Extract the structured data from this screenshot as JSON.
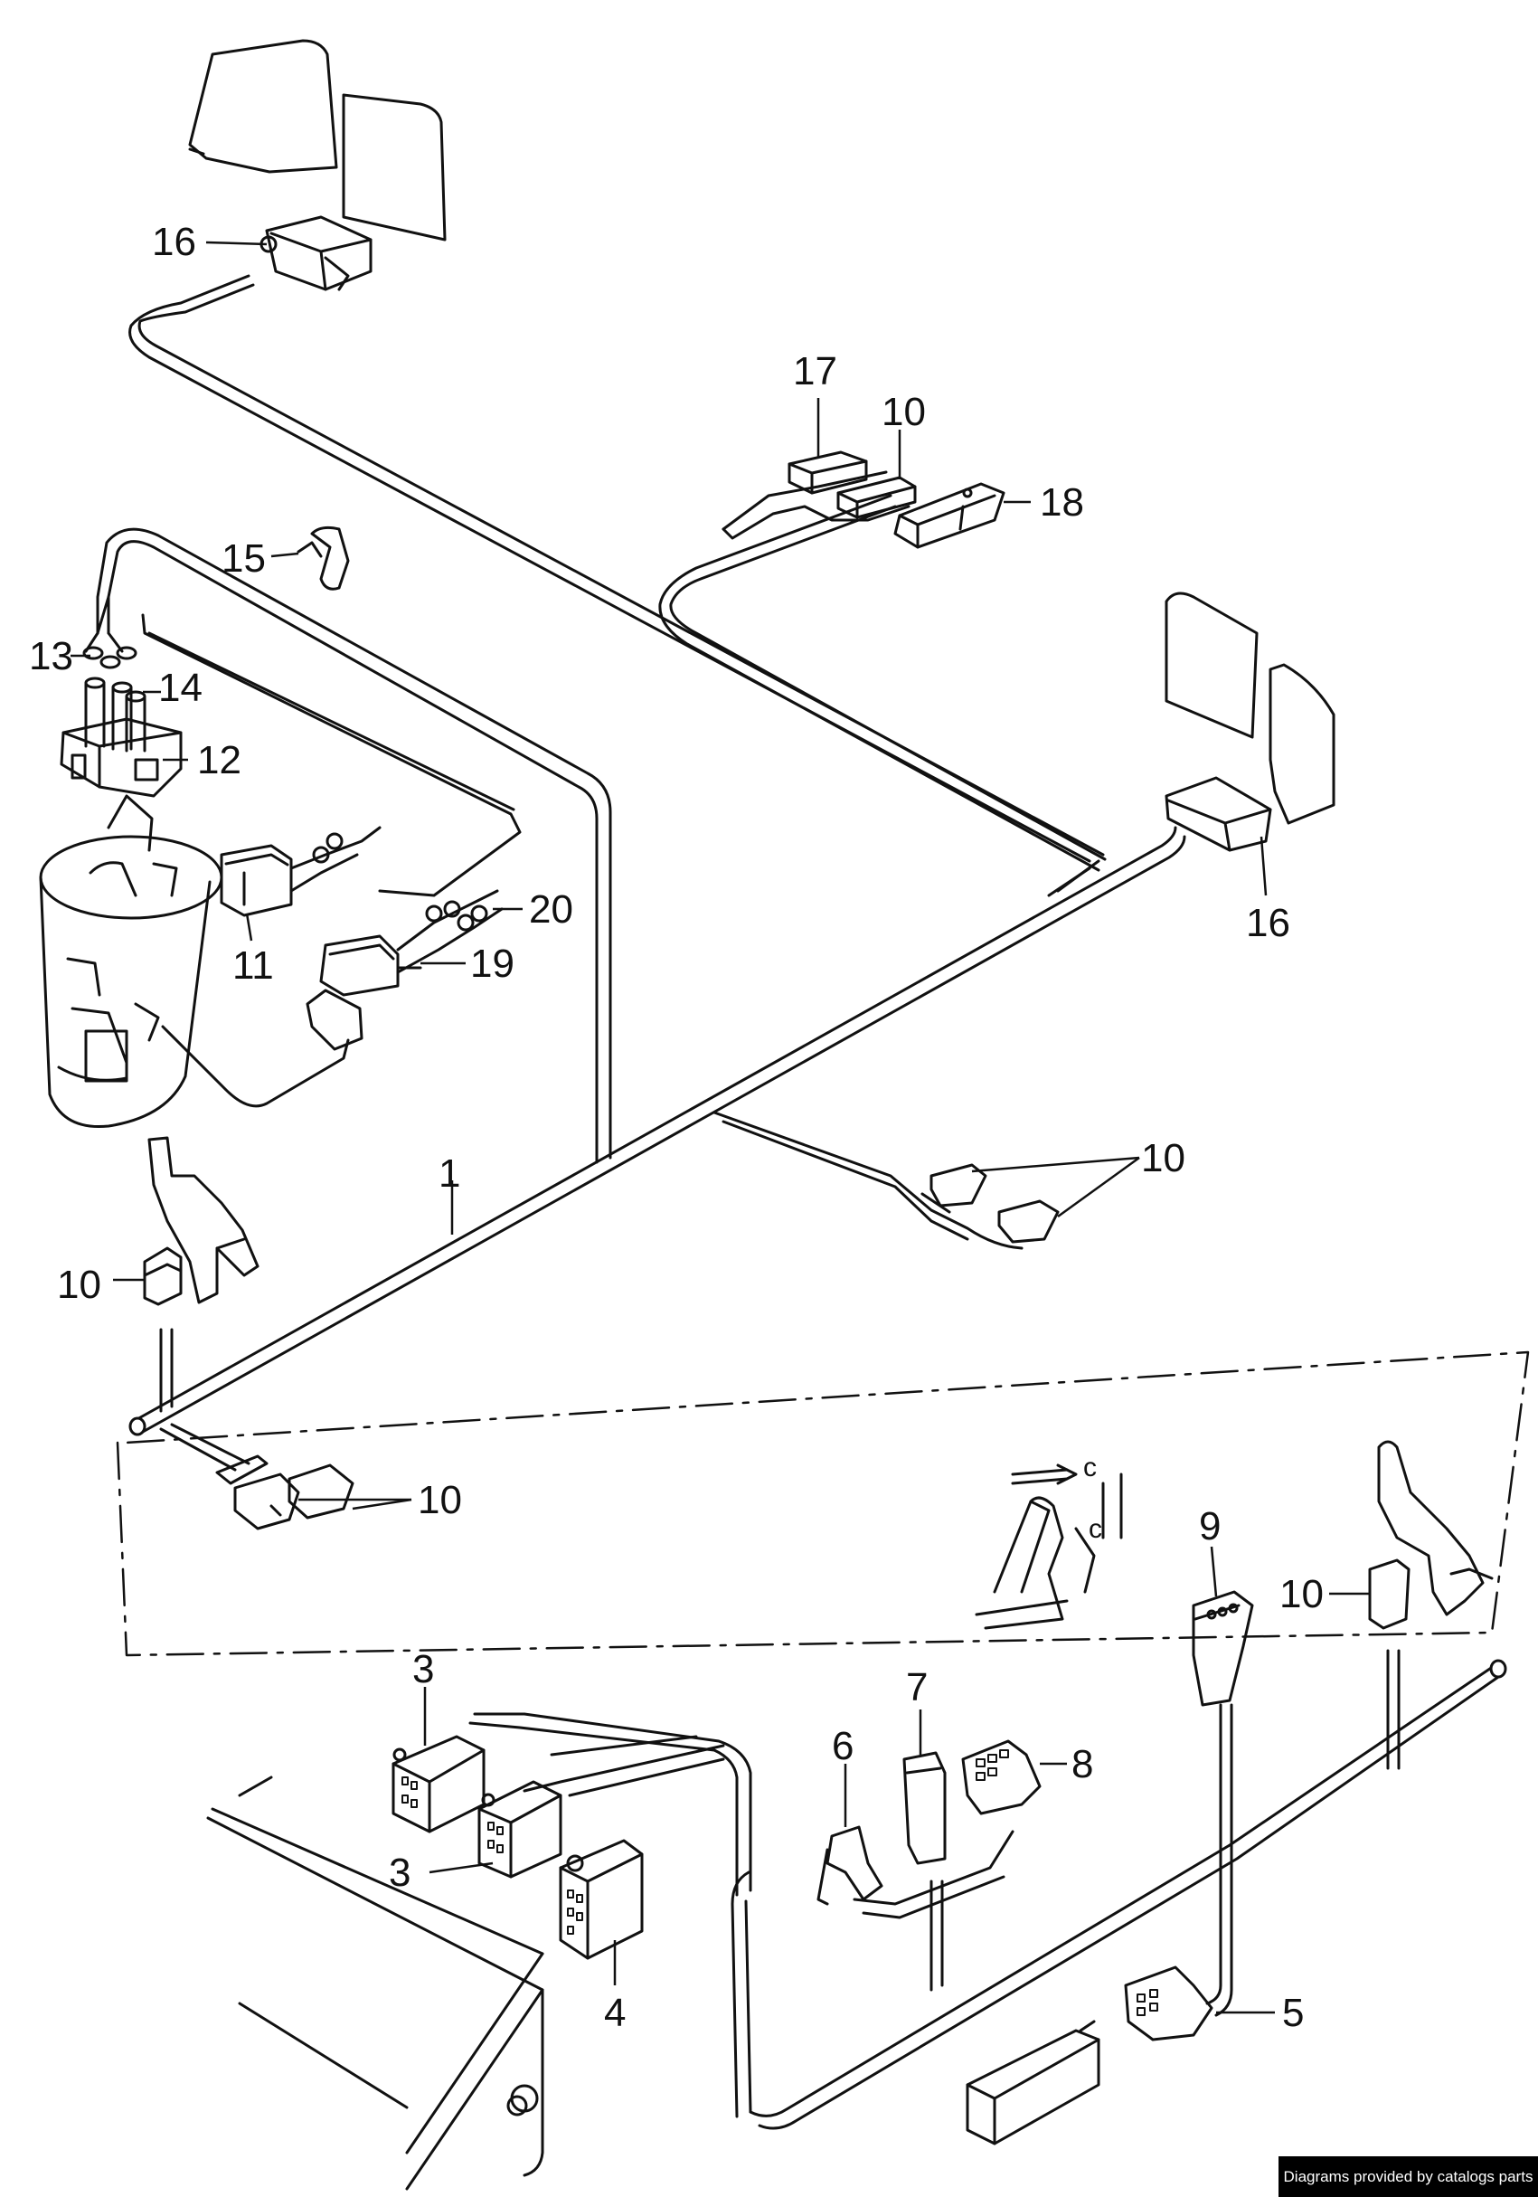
{
  "diagram": {
    "callouts": {
      "c16_top": "16",
      "c17": "17",
      "c10_relay": "10",
      "c18": "18",
      "c15": "15",
      "c13": "13",
      "c14": "14",
      "c12": "12",
      "c11": "11",
      "c20": "20",
      "c19": "19",
      "c16_right": "16",
      "c1": "1",
      "c10_right": "10",
      "c10_left": "10",
      "c10_lower": "10",
      "c9": "9",
      "c10_far": "10",
      "c3_top": "3",
      "c3_bottom": "3",
      "c4": "4",
      "c6": "6",
      "c7": "7",
      "c8": "8",
      "c5": "5"
    },
    "annotations": {
      "c_upper": "c",
      "c_lower": "c"
    },
    "colors": {
      "line": "#111111",
      "background": "#ffffff",
      "footer_bg": "#000000",
      "footer_text": "#ffffff"
    }
  },
  "footer": {
    "credit": "Diagrams provided by catalogs parts"
  }
}
